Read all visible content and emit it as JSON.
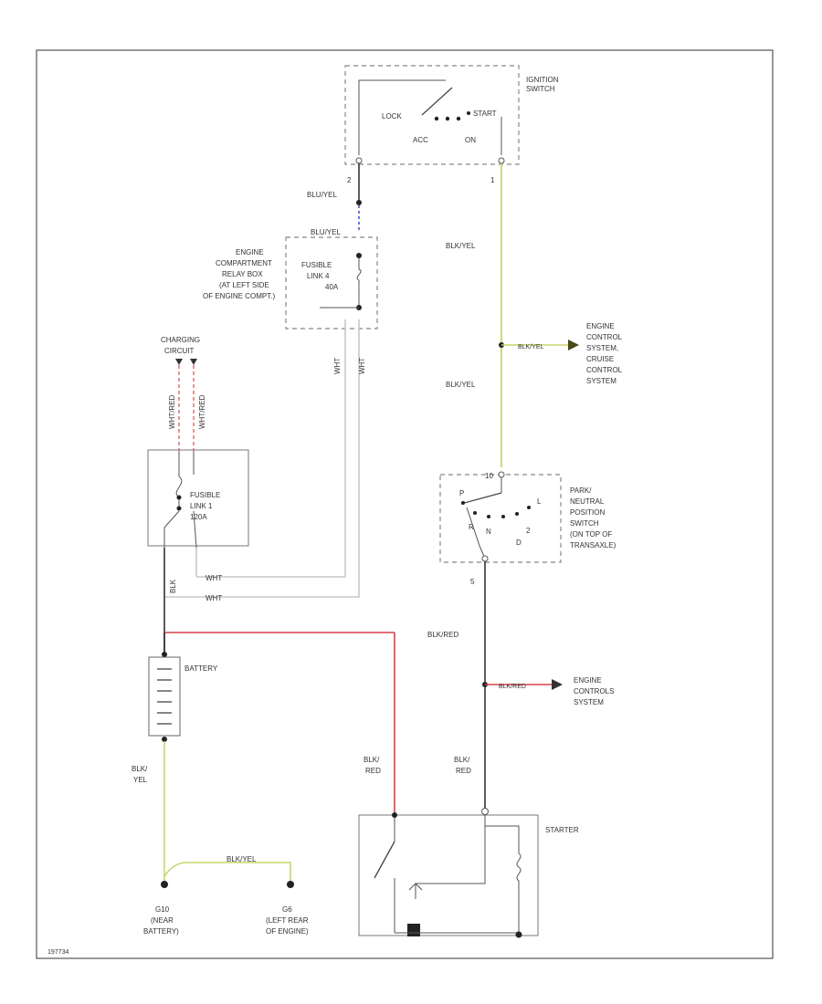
{
  "colors": {
    "wire_black": "#333333",
    "wire_yellow": "#c8d66a",
    "wire_red": "#d9434a",
    "wire_white": "#c8c8c8",
    "wire_blue": "#4455dd",
    "wire_pink": "#e27a7a",
    "arrow_fill": "#4a4a1a"
  },
  "ignition_switch": {
    "label_1": "IGNITION",
    "label_2": "SWITCH",
    "pos_lock": "LOCK",
    "pos_start": "START",
    "pos_acc": "ACC",
    "pos_on": "ON",
    "pin_2": "2",
    "pin_1": "1"
  },
  "fusible_link_box": {
    "label_1": "ENGINE",
    "label_2": "COMPARTMENT",
    "label_3": "RELAY BOX",
    "label_4": "(AT LEFT SIDE",
    "label_5": "OF ENGINE COMPT.)",
    "fl_1": "FUSIBLE",
    "fl_2": "LINK 4",
    "fl_3": "40A"
  },
  "charging_circuit": {
    "label_1": "CHARGING",
    "label_2": "CIRCUIT",
    "wire_a": "WHT/RED",
    "wire_b": "WHT/RED"
  },
  "fusible_link_1": {
    "label_1": "FUSIBLE",
    "label_2": "LINK 1",
    "label_3": "120A"
  },
  "wires": {
    "blu_yel_top": "BLU/YEL",
    "blu_yel_fl": "BLU/YEL",
    "blk_yel_right_1": "BLK/YEL",
    "blk_yel_right_2": "BLK/YEL",
    "blk_yel_arrow": "BLK/YEL",
    "wht_a": "WHT",
    "wht_b": "WHT",
    "wht_h1": "WHT",
    "wht_h2": "WHT",
    "blk_vert": "BLK",
    "blk_red_right": "BLK/RED",
    "blk_red_arrow": "BLK/RED",
    "blk_red_starter_l_1": "BLK/",
    "blk_red_starter_l_2": "RED",
    "blk_red_starter_r_1": "BLK/",
    "blk_red_starter_r_2": "RED",
    "blk_yel_batt_1": "BLK/",
    "blk_yel_batt_2": "YEL",
    "blk_yel_ground": "BLK/YEL"
  },
  "engine_control_top": {
    "line_1": "ENGINE",
    "line_2": "CONTROL",
    "line_3": "SYSTEM,",
    "line_4": "CRUISE",
    "line_5": "CONTROL",
    "line_6": "SYSTEM"
  },
  "park_neutral": {
    "line_1": "PARK/",
    "line_2": "NEUTRAL",
    "line_3": "POSITION",
    "line_4": "SWITCH",
    "line_5": "(ON TOP OF",
    "line_6": "TRANSAXLE)",
    "pin_top": "10",
    "pin_bottom": "5",
    "pos_p": "P",
    "pos_r": "R",
    "pos_n": "N",
    "pos_d": "D",
    "pos_2": "2",
    "pos_l": "L"
  },
  "battery": {
    "label": "BATTERY"
  },
  "engine_control_bottom": {
    "line_1": "ENGINE",
    "line_2": "CONTROLS",
    "line_3": "SYSTEM"
  },
  "starter": {
    "label": "STARTER"
  },
  "ground_g10": {
    "line_1": "G10",
    "line_2": "(NEAR",
    "line_3": "BATTERY)"
  },
  "ground_g6": {
    "line_1": "G6",
    "line_2": "(LEFT REAR",
    "line_3": "OF ENGINE)"
  },
  "figure_id": "197734"
}
